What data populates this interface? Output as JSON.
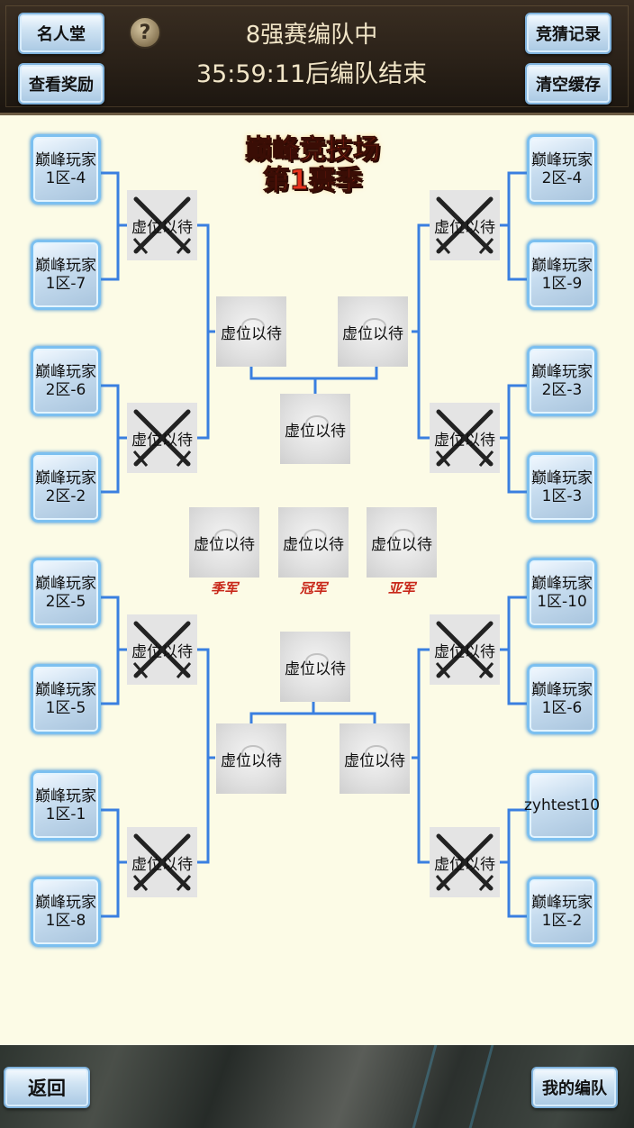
{
  "header": {
    "hall_of_fame": "名人堂",
    "view_rewards": "查看奖励",
    "help": "?",
    "status": "8强赛编队中",
    "countdown": "35:59:11后编队结束",
    "bet_history": "竞猜记录",
    "clear_cache": "清空缓存"
  },
  "arena": {
    "title_line1": "巅峰竞技场",
    "title_line2": "第1赛季"
  },
  "players": {
    "p1": "巅峰玩家1区-4",
    "p2": "巅峰玩家1区-7",
    "p3": "巅峰玩家2区-6",
    "p4": "巅峰玩家2区-2",
    "p5": "巅峰玩家2区-5",
    "p6": "巅峰玩家1区-5",
    "p7": "巅峰玩家1区-1",
    "p8": "巅峰玩家1区-8",
    "p9": "巅峰玩家2区-4",
    "p10": "巅峰玩家1区-9",
    "p11": "巅峰玩家2区-3",
    "p12": "巅峰玩家1区-3",
    "p13": "巅峰玩家1区-10",
    "p14": "巅峰玩家1区-6",
    "p15": "zyhtest10",
    "p16": "巅峰玩家1区-2"
  },
  "placeholder": "虚位以待",
  "places": {
    "third": "季军",
    "champion": "冠军",
    "runner_up": "亚军"
  },
  "footer": {
    "back": "返回",
    "my_team": "我的编队"
  },
  "colors": {
    "bracket_line": "#3a7fe0",
    "place_label": "#c8281a",
    "background": "#fcfbe6"
  }
}
